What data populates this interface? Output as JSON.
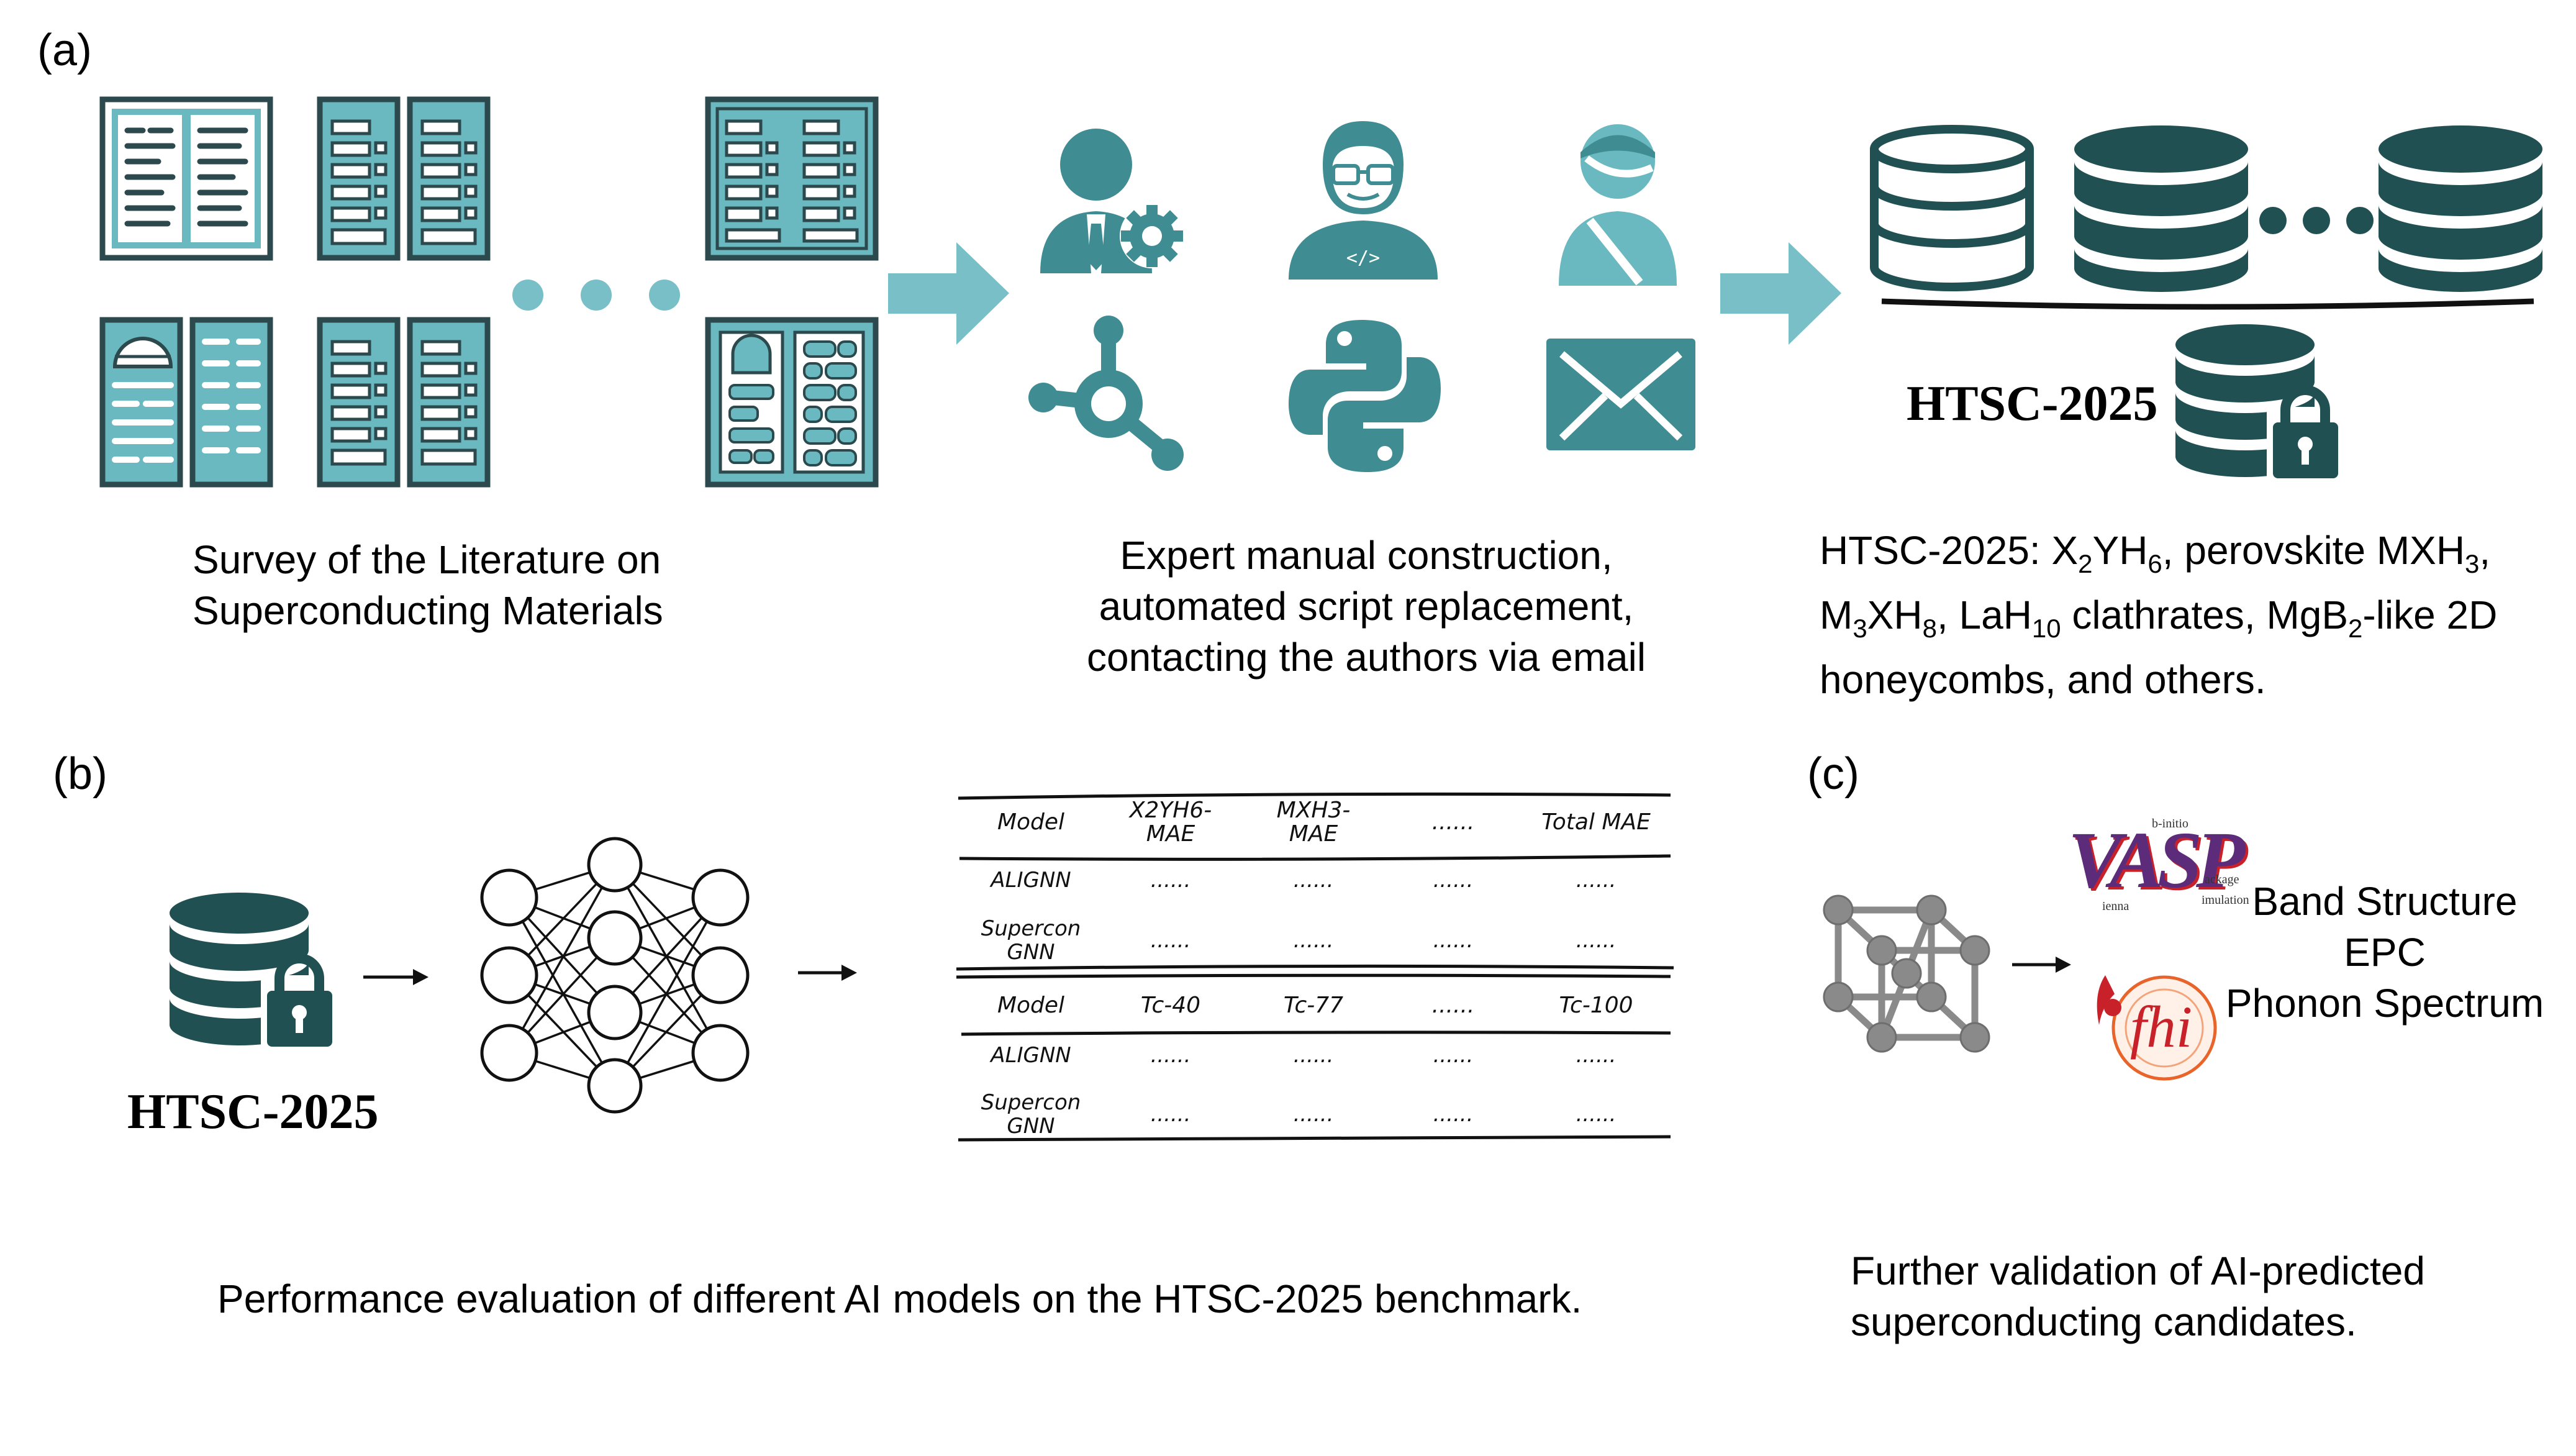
{
  "colors": {
    "teal": "#6ab8c0",
    "teal_dark": "#3f8d93",
    "db_dark": "#215052",
    "outline": "#2c4a4d",
    "arrow_teal": "#78bfc7",
    "crystal_gray": "#8a8a8a",
    "vasp_red": "#c8212a",
    "vasp_purple": "#5c2b7a",
    "fhi_orange": "#e8642a"
  },
  "panel_a": {
    "label": "(a)",
    "caption_1": [
      "Survey of the Literature on",
      "Superconducting Materials"
    ],
    "caption_2": [
      "Expert manual construction,",
      "automated script replacement,",
      "contacting the authors via email"
    ],
    "db_title": "HTSC-2025",
    "caption_3": {
      "line1": [
        {
          "t": "HTSC-2025: X"
        },
        {
          "s": "2"
        },
        {
          "t": "YH"
        },
        {
          "s": "6"
        },
        {
          "t": ", perovskite MXH"
        },
        {
          "s": "3"
        },
        {
          "t": ","
        }
      ],
      "line2": [
        {
          "t": "M"
        },
        {
          "s": "3"
        },
        {
          "t": "XH"
        },
        {
          "s": "8"
        },
        {
          "t": ", LaH"
        },
        {
          "s": "10"
        },
        {
          "t": " clathrates, MgB"
        },
        {
          "s": "2"
        },
        {
          "t": "-like 2D"
        }
      ],
      "line3": [
        {
          "t": "honeycombs, and others."
        }
      ]
    },
    "icons": [
      "document-icon",
      "expert-gear-icon",
      "programmer-icon",
      "person-icon",
      "api-hub-icon",
      "python-icon",
      "email-icon",
      "database-icon",
      "locked-database-icon"
    ]
  },
  "panel_b": {
    "label": "(b)",
    "db_title": "HTSC-2025",
    "caption": "Performance evaluation of different AI models on the HTSC-2025 benchmark.",
    "table1": {
      "headers": [
        "Model",
        "X2YH6-\nMAE",
        "MXH3-\nMAE",
        "......",
        "Total MAE"
      ],
      "rows": [
        [
          "ALIGNN",
          "......",
          "......",
          "......",
          "......"
        ],
        [
          "Supercon\nGNN",
          "......",
          "......",
          "......",
          "......"
        ]
      ]
    },
    "table2": {
      "headers": [
        "Model",
        "Tc-40",
        "Tc-77",
        "......",
        "Tc-100"
      ],
      "rows": [
        [
          "ALIGNN",
          "......",
          "......",
          "......",
          "......"
        ],
        [
          "Supercon\nGNN",
          "......",
          "......",
          "......",
          "......"
        ]
      ]
    }
  },
  "panel_c": {
    "label": "(c)",
    "logos": {
      "vasp_big": "VASP",
      "vasp_small": [
        "b-initio",
        "ackage",
        "ienna",
        "imulation"
      ],
      "fhi": "fhi"
    },
    "items": [
      "Band Structure",
      "EPC",
      "Phonon Spectrum"
    ],
    "caption": [
      "Further validation of AI-predicted",
      "superconducting candidates."
    ]
  }
}
